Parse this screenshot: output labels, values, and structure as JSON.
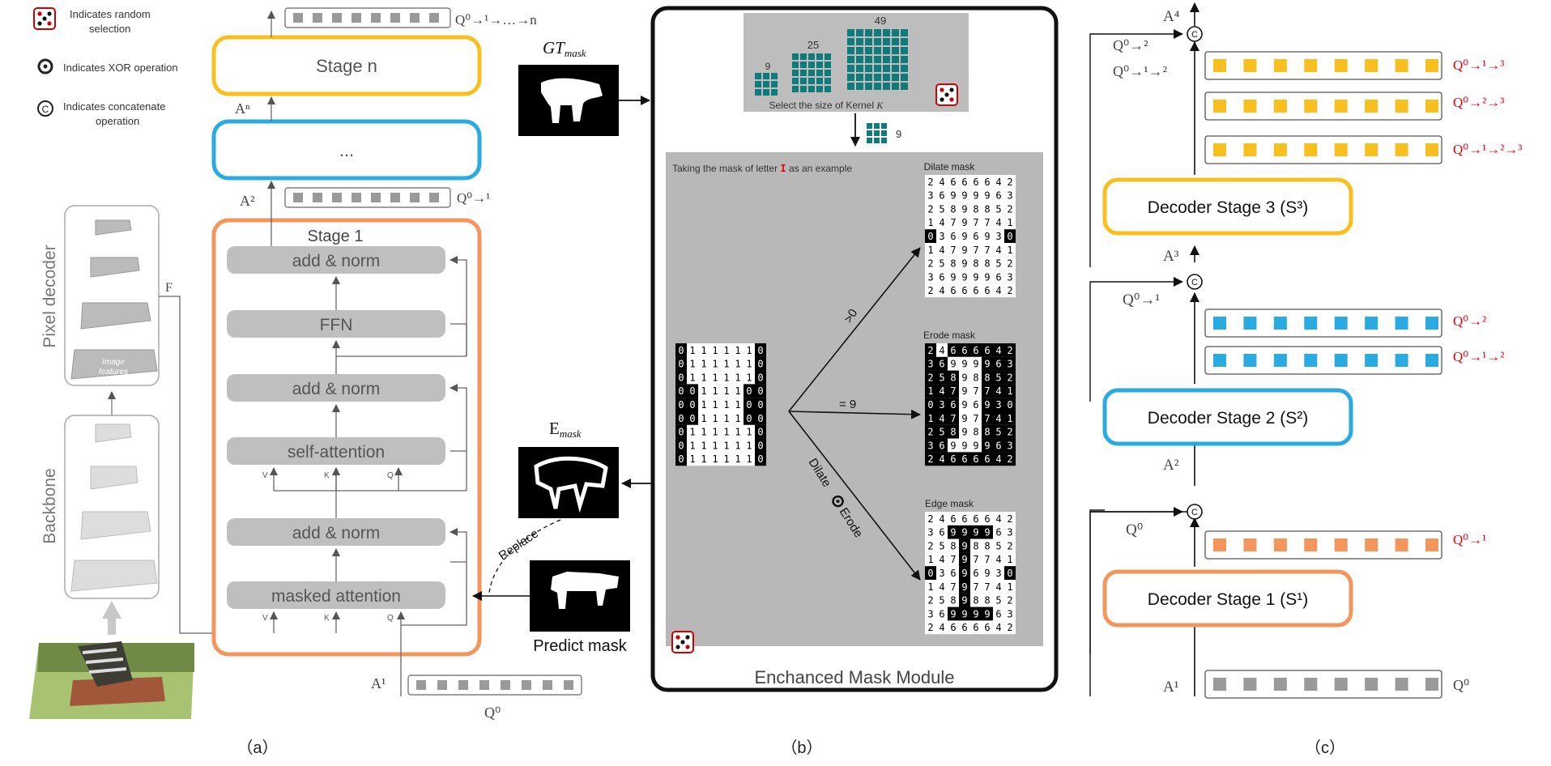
{
  "legend": {
    "random": "Indicates random selection",
    "xor": "Indicates XOR operation",
    "concat": "Indicates concatenate operation"
  },
  "panel_a": {
    "pixel_decoder": "Pixel decoder",
    "image_features": "Image features",
    "backbone": "Backbone",
    "F": "F",
    "stage_n": "Stage n",
    "ellipsis": "...",
    "stage1": "Stage 1",
    "add_norm": "add & norm",
    "ffn": "FFN",
    "self_attention": "self-attention",
    "masked_attention": "masked attention",
    "V": "V",
    "K": "K",
    "Q": "Q",
    "An": "Aⁿ",
    "A2": "A²",
    "A1": "A¹",
    "Q0": "Q⁰",
    "Q01": "Q⁰→¹",
    "Qn": "Q⁰→¹→…→n",
    "caption": "（a）"
  },
  "panel_b": {
    "gt_mask": "GT",
    "gt_sub": "mask",
    "e_mask": "E",
    "e_sub": "mask",
    "replace": "Replace",
    "predict_mask": "Predict mask",
    "kernel_sizes": [
      "9",
      "25",
      "49"
    ],
    "select_kernel": "Select the size of Kernel",
    "kernel_var": "K",
    "kernel_chosen": "9",
    "example_prefix": "Taking the mask of letter",
    "example_letter": "I",
    "example_suffix": "as an example",
    "dilate_mask": "Dilate mask",
    "erode_mask": "Erode mask",
    "edge_mask": "Edge mask",
    "gt0": ">0",
    "eq9": "= 9",
    "dilate_xor_erode": [
      "Dilate",
      "Erode"
    ],
    "module_title": "Enchanced Mask  Module",
    "caption": "（b）",
    "letter_grid": [
      "01111110",
      "01111110",
      "01111110",
      "00111100",
      "00111100",
      "00111100",
      "01111110",
      "01111110",
      "01111110"
    ],
    "count_grid": [
      "24666642",
      "36999963",
      "25898852",
      "14797741",
      "03696930",
      "14797741",
      "25898852",
      "36999963",
      "24666642"
    ],
    "erode_dark": [
      "10111111",
      "11000111",
      "11100111",
      "11100111",
      "11100111",
      "11100111",
      "11100111",
      "11000111",
      "11111111"
    ],
    "edge_dark": [
      "00000000",
      "00111100",
      "00010000",
      "00010000",
      "10010001",
      "00010000",
      "00010000",
      "00111100",
      "00000000"
    ]
  },
  "panel_c": {
    "A4": "A⁴",
    "A3": "A³",
    "A2": "A²",
    "A1": "A¹",
    "Q0": "Q⁰",
    "Q01": "Q⁰→¹",
    "Q02": "Q⁰→²",
    "Q012": "Q⁰→¹→²",
    "Q013": "Q⁰→¹→³",
    "Q023": "Q⁰→²→³",
    "Q0123": "Q⁰→¹→²→³",
    "stage1": "Decoder Stage 1  (S¹)",
    "stage2": "Decoder Stage 2  (S²)",
    "stage3": "Decoder Stage 3  (S³)",
    "concat_symbol": "C",
    "caption": "（c）"
  },
  "colors": {
    "orange": "#f4955c",
    "blue": "#29abe2",
    "yellow": "#f9bf1e",
    "teal": "#117a7a",
    "red": "#e8000b",
    "gray_box": "#bdbdbd",
    "panel_gray": "#b8b8b8",
    "token_gray": "#9a9a9a"
  },
  "icons": [
    "dice-icon",
    "xor-icon",
    "concat-icon"
  ]
}
